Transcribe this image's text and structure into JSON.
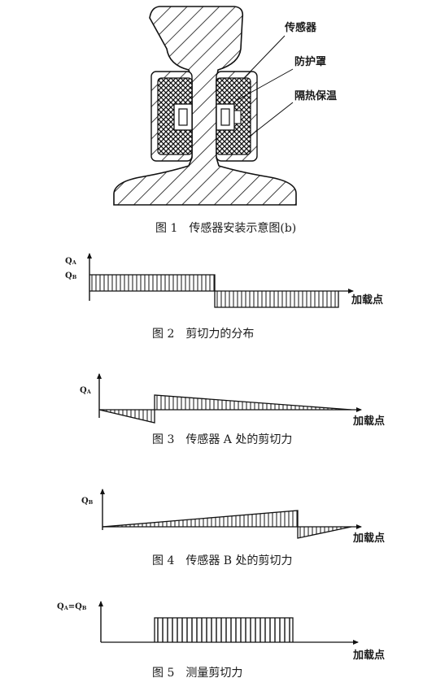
{
  "figure1": {
    "caption": "图 1　传感器安装示意图(b)",
    "labels": {
      "sensor": "传感器",
      "shield": "防护罩",
      "insulation": "隔热保温"
    }
  },
  "figure2": {
    "caption": "图 2　剪切力的分布",
    "y_label_a_main": "Q",
    "y_label_a_sub": "A",
    "y_label_b_main": "Q",
    "y_label_b_sub": "B",
    "x_label": "加载点"
  },
  "figure3": {
    "caption": "图 3　传感器 A 处的剪切力",
    "y_label_main": "Q",
    "y_label_sub": "A",
    "x_label": "加载点"
  },
  "figure4": {
    "caption": "图 4　传感器 B 处的剪切力",
    "y_label_main": "Q",
    "y_label_sub": "B",
    "x_label": "加载点"
  },
  "figure5": {
    "caption": "图 5　测量剪切力",
    "y_label_1": "Q",
    "y_label_1_sub": "A",
    "y_label_eq": "=",
    "y_label_2": "Q",
    "y_label_2_sub": "B",
    "x_label": "加载点"
  }
}
